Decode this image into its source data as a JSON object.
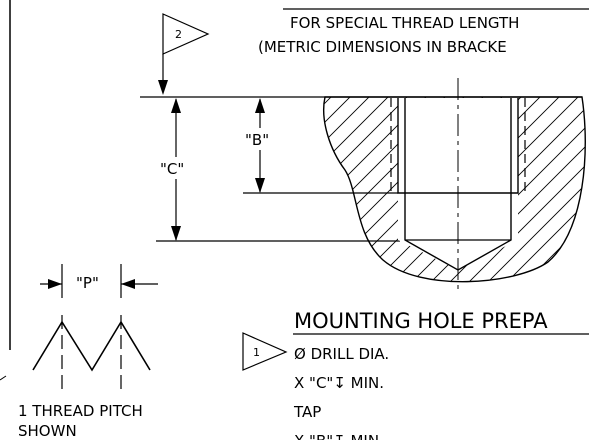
{
  "note": {
    "line1": "FOR SPECIAL THREAD LENGTH",
    "line2": "(METRIC DIMENSIONS IN BRACKE"
  },
  "flags": {
    "flag_top": "2",
    "flag_bottom": "1"
  },
  "dimensions": {
    "b": "\"B\"",
    "c": "\"C\"",
    "p": "\"P\""
  },
  "thread_pitch": {
    "line1": "1 THREAD PITCH",
    "line2": "SHOWN"
  },
  "mounting": {
    "title": "MOUNTING HOLE PREPA",
    "steps": [
      "Ø DRILL DIA.",
      "X \"C\"↧ MIN.",
      "TAP",
      "X \"B\"↧ MIN."
    ]
  },
  "colors": {
    "ink": "#000000",
    "paper": "#ffffff"
  }
}
